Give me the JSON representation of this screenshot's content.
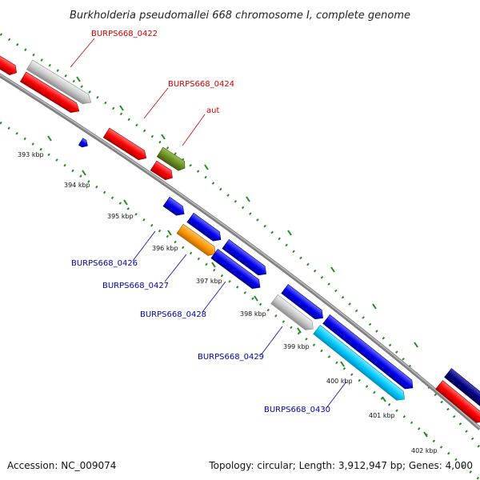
{
  "title": "Burkholderia pseudomallei 668 chromosome I, complete genome",
  "footer": {
    "accession": "Accession: NC_009074",
    "summary": "Topology: circular; Length: 3,912,947 bp; Genes: 4,000"
  },
  "ticks": [
    "393 kbp",
    "394 kbp",
    "395 kbp",
    "396 kbp",
    "397 kbp",
    "398 kbp",
    "399 kbp",
    "400 kbp",
    "401 kbp",
    "402 kbp"
  ],
  "gene_labels": {
    "g0422": "BURPS668_0422",
    "g0424": "BURPS668_0424",
    "aut": "aut",
    "g0426": "BURPS668_0426",
    "g0427": "BURPS668_0427",
    "g0428": "BURPS668_0428",
    "g0429": "BURPS668_0429",
    "g0430": "BURPS668_0430"
  },
  "colors": {
    "red_label": "#cc0000",
    "blue_label": "#0000aa",
    "red": "#ff0000",
    "blue": "#0000ee",
    "gray": "#c8c8c8",
    "olive": "#6b8e23",
    "orange": "#ff9900",
    "cyan": "#00ccff",
    "navy": "#000080",
    "backbone": "#808080",
    "dots": "#228b22"
  }
}
